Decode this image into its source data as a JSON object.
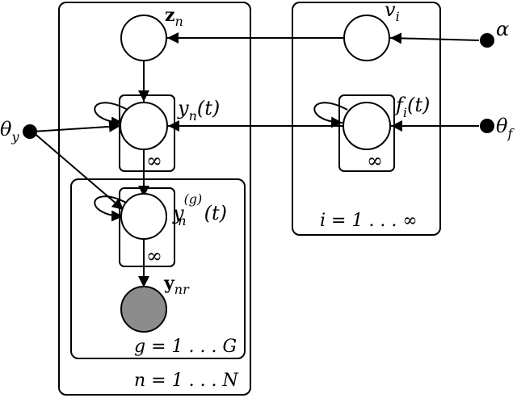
{
  "nodes": {
    "z": {
      "base": "z",
      "sub": "n"
    },
    "y_n": {
      "base": "y",
      "sub": "n",
      "arg": "(t)"
    },
    "y_g": {
      "base": "y",
      "sub": "n",
      "sup": "(g)",
      "arg": "(t)"
    },
    "y_obs": {
      "base": "y",
      "sub": "nr"
    },
    "v": {
      "base": "v",
      "sub": "i"
    },
    "f": {
      "base": "f",
      "sub": "i",
      "arg": "(t)"
    }
  },
  "hyper": {
    "alpha": "α",
    "theta_f": {
      "base": "θ",
      "sub": "f"
    },
    "theta_y": {
      "base": "θ",
      "sub": "y"
    }
  },
  "plates": {
    "n": "n = 1 . . . N",
    "i": "i = 1 . . . ∞",
    "g": "g = 1 . . . G"
  },
  "infinity": "∞"
}
